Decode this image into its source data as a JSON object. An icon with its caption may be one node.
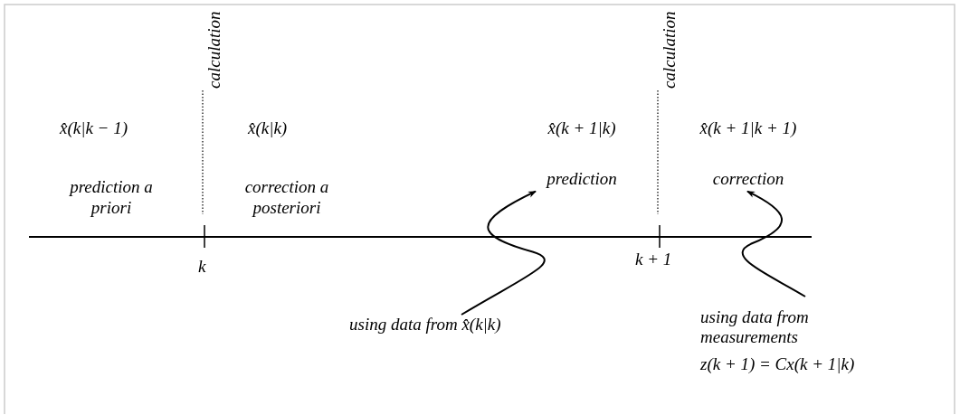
{
  "diagram": {
    "nodes": [
      {
        "text": [
          "x̂(k + 1|k)",
          "prediction"
        ]
      },
      {
        "text": [
          "x̂(k + 1|k + 1)",
          "correction"
        ]
      },
      {
        "text": [
          "using data from  x̂(k|k)"
        ]
      },
      {
        "text": [
          "using data from measurements",
          "z(k + 1) = Cx(k + 1|k)"
        ]
      }
    ],
    "edges": [
      {
        "from": 2,
        "to": 0,
        "arrow": "to"
      },
      {
        "from": 3,
        "to": 1,
        "arrow": "to"
      }
    ],
    "labels": [
      "calculation",
      "calculation",
      "x̂(k|k − 1)",
      "x̂(k|k)",
      "prediction a priori",
      "correction a posteriori",
      "k",
      "k + 1"
    ]
  }
}
